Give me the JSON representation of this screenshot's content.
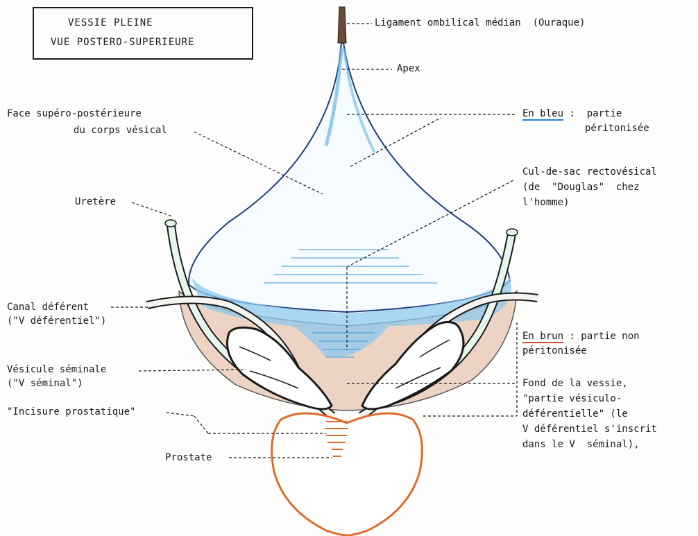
{
  "title": {
    "line1": "VESSIE PLEINE",
    "line2": "VUE POSTERO-SUPERIEURE"
  },
  "labels": {
    "ligament": "Ligament ombilical médian  (Ouraque)",
    "apex": "Apex",
    "face_line1": "Face supéro-postérieure",
    "face_line2": "du corps vésical",
    "en_bleu_key": "En bleu",
    "en_bleu_rest": " :  partie",
    "en_bleu_line2": "péritonisée",
    "cul_line1": "Cul-de-sac rectovésical",
    "cul_line2": "(de  \"Douglas\"  chez",
    "cul_line3": "l'homme)",
    "uretere": "Uretère",
    "canal_line1": "Canal déférent",
    "canal_line2": "(\"V déférentiel\")",
    "en_brun_key": "En brun",
    "en_brun_rest": " : partie non",
    "en_brun_line2": "péritonisée",
    "vesicule_line1": "Vésicule séminale",
    "vesicule_line2": "(\"V séminal\")",
    "fond_line1": "Fond de la vessie,",
    "fond_line2": "\"partie vésiculo-",
    "fond_line3": "déférentielle\" (le",
    "fond_line4": "V déférentiel s'inscrit",
    "fond_line5": "dans le V  séminal),",
    "incisure": "\"Incisure prostatique\"",
    "prostate": "Prostate"
  },
  "colors": {
    "peritoneal_blue": "#4aa8e0",
    "non_peritoneal_brown": "#e8c9b8",
    "prostate_orange": "#e06a2a",
    "ink": "#1a1a1a",
    "ureter_green": "#3aa876"
  }
}
